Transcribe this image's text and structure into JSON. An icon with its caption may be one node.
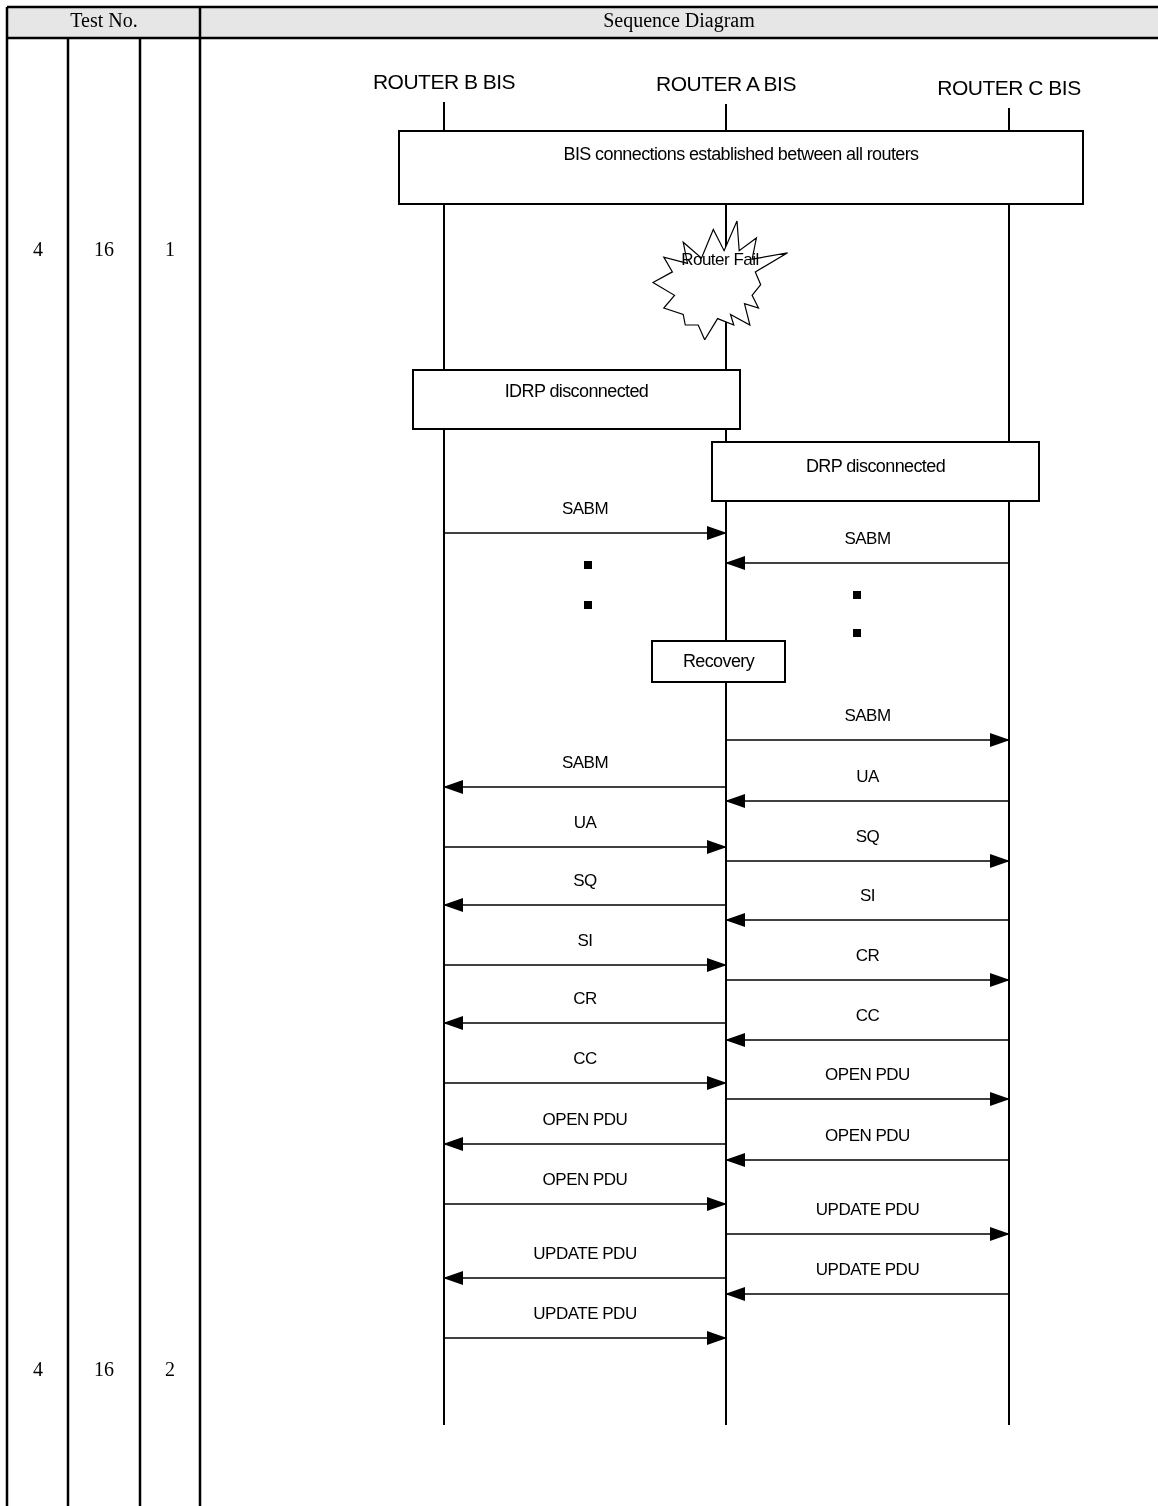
{
  "diagram": {
    "nodes": [
      {
        "text": [
          "ROUTER B BIS"
        ]
      },
      {
        "text": [
          "ROUTER A BIS"
        ]
      },
      {
        "text": [
          "ROUTER C BIS"
        ]
      },
      {
        "text": [
          "BIS connections established between all routers"
        ]
      },
      {
        "text": [
          "Router Fail"
        ]
      },
      {
        "text": [
          "IDRP disconnected"
        ]
      },
      {
        "text": [
          "DRP disconnected"
        ]
      },
      {
        "text": [
          "Recovery"
        ]
      }
    ],
    "edges": [
      {
        "from": 0,
        "to": 1,
        "arrow": "to",
        "label": "SABM"
      },
      {
        "from": 2,
        "to": 1,
        "arrow": "to",
        "label": "SABM"
      },
      {
        "from": 1,
        "to": 2,
        "arrow": "to",
        "label": "SABM"
      },
      {
        "from": 1,
        "to": 0,
        "arrow": "to",
        "label": "SABM"
      },
      {
        "from": 2,
        "to": 1,
        "arrow": "to",
        "label": "UA"
      },
      {
        "from": 0,
        "to": 1,
        "arrow": "to",
        "label": "UA"
      },
      {
        "from": 1,
        "to": 2,
        "arrow": "to",
        "label": "SQ"
      },
      {
        "from": 1,
        "to": 0,
        "arrow": "to",
        "label": "SQ"
      },
      {
        "from": 2,
        "to": 1,
        "arrow": "to",
        "label": "SI"
      },
      {
        "from": 0,
        "to": 1,
        "arrow": "to",
        "label": "SI"
      },
      {
        "from": 1,
        "to": 2,
        "arrow": "to",
        "label": "CR"
      },
      {
        "from": 1,
        "to": 0,
        "arrow": "to",
        "label": "CR"
      },
      {
        "from": 2,
        "to": 1,
        "arrow": "to",
        "label": "CC"
      },
      {
        "from": 0,
        "to": 1,
        "arrow": "to",
        "label": "CC"
      },
      {
        "from": 1,
        "to": 2,
        "arrow": "to",
        "label": "OPEN PDU"
      },
      {
        "from": 1,
        "to": 0,
        "arrow": "to",
        "label": "OPEN PDU"
      },
      {
        "from": 2,
        "to": 1,
        "arrow": "to",
        "label": "OPEN PDU"
      },
      {
        "from": 0,
        "to": 1,
        "arrow": "to",
        "label": "OPEN PDU"
      },
      {
        "from": 1,
        "to": 2,
        "arrow": "to",
        "label": "UPDATE PDU"
      },
      {
        "from": 1,
        "to": 0,
        "arrow": "to",
        "label": "UPDATE PDU"
      },
      {
        "from": 2,
        "to": 1,
        "arrow": "to",
        "label": "UPDATE PDU"
      },
      {
        "from": 0,
        "to": 1,
        "arrow": "to",
        "label": "UPDATE PDU"
      }
    ],
    "labels": [
      "Test No.",
      "Sequence Diagram",
      "4",
      "16",
      "1",
      "4",
      "16",
      "2"
    ]
  }
}
